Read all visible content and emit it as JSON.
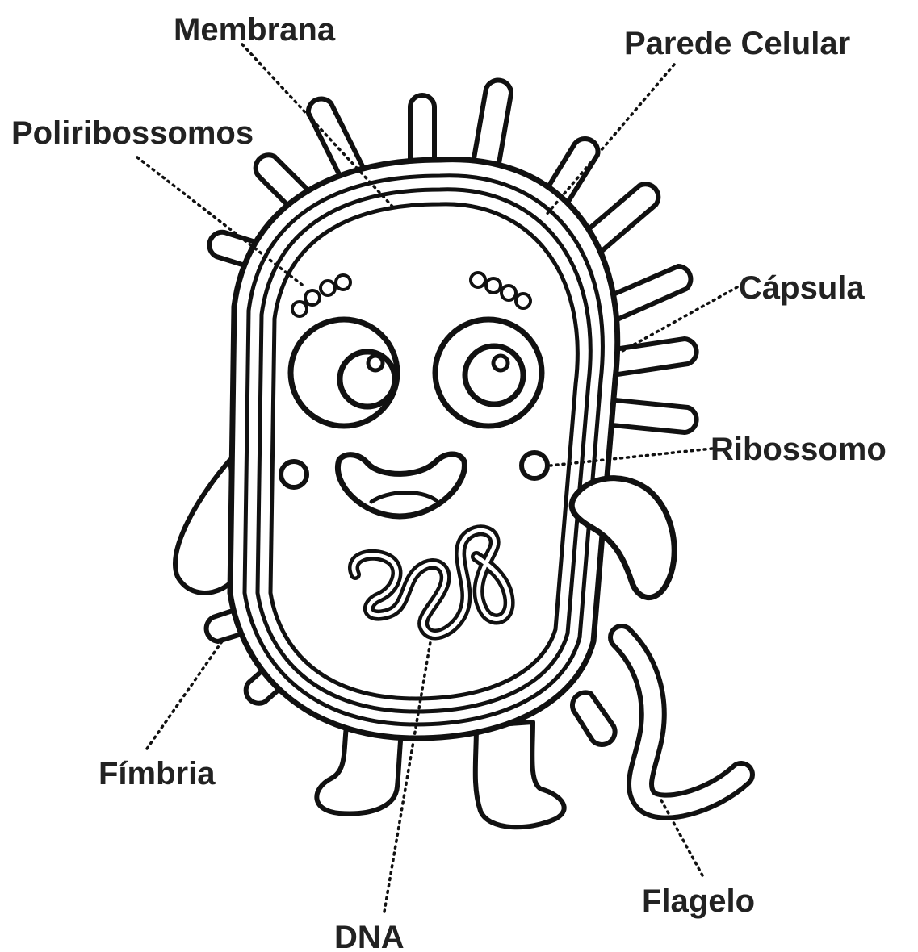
{
  "labels": {
    "membrana": "Membrana",
    "parede_celular": "Parede Celular",
    "poliribossomos": "Poliribossomos",
    "capsula": "Cápsula",
    "ribossomo": "Ribossomo",
    "fimbria": "Fímbria",
    "dna": "DNA",
    "flagelo": "Flagelo"
  },
  "colors": {
    "ink": "#111111",
    "text": "#222222",
    "background": "#ffffff"
  }
}
